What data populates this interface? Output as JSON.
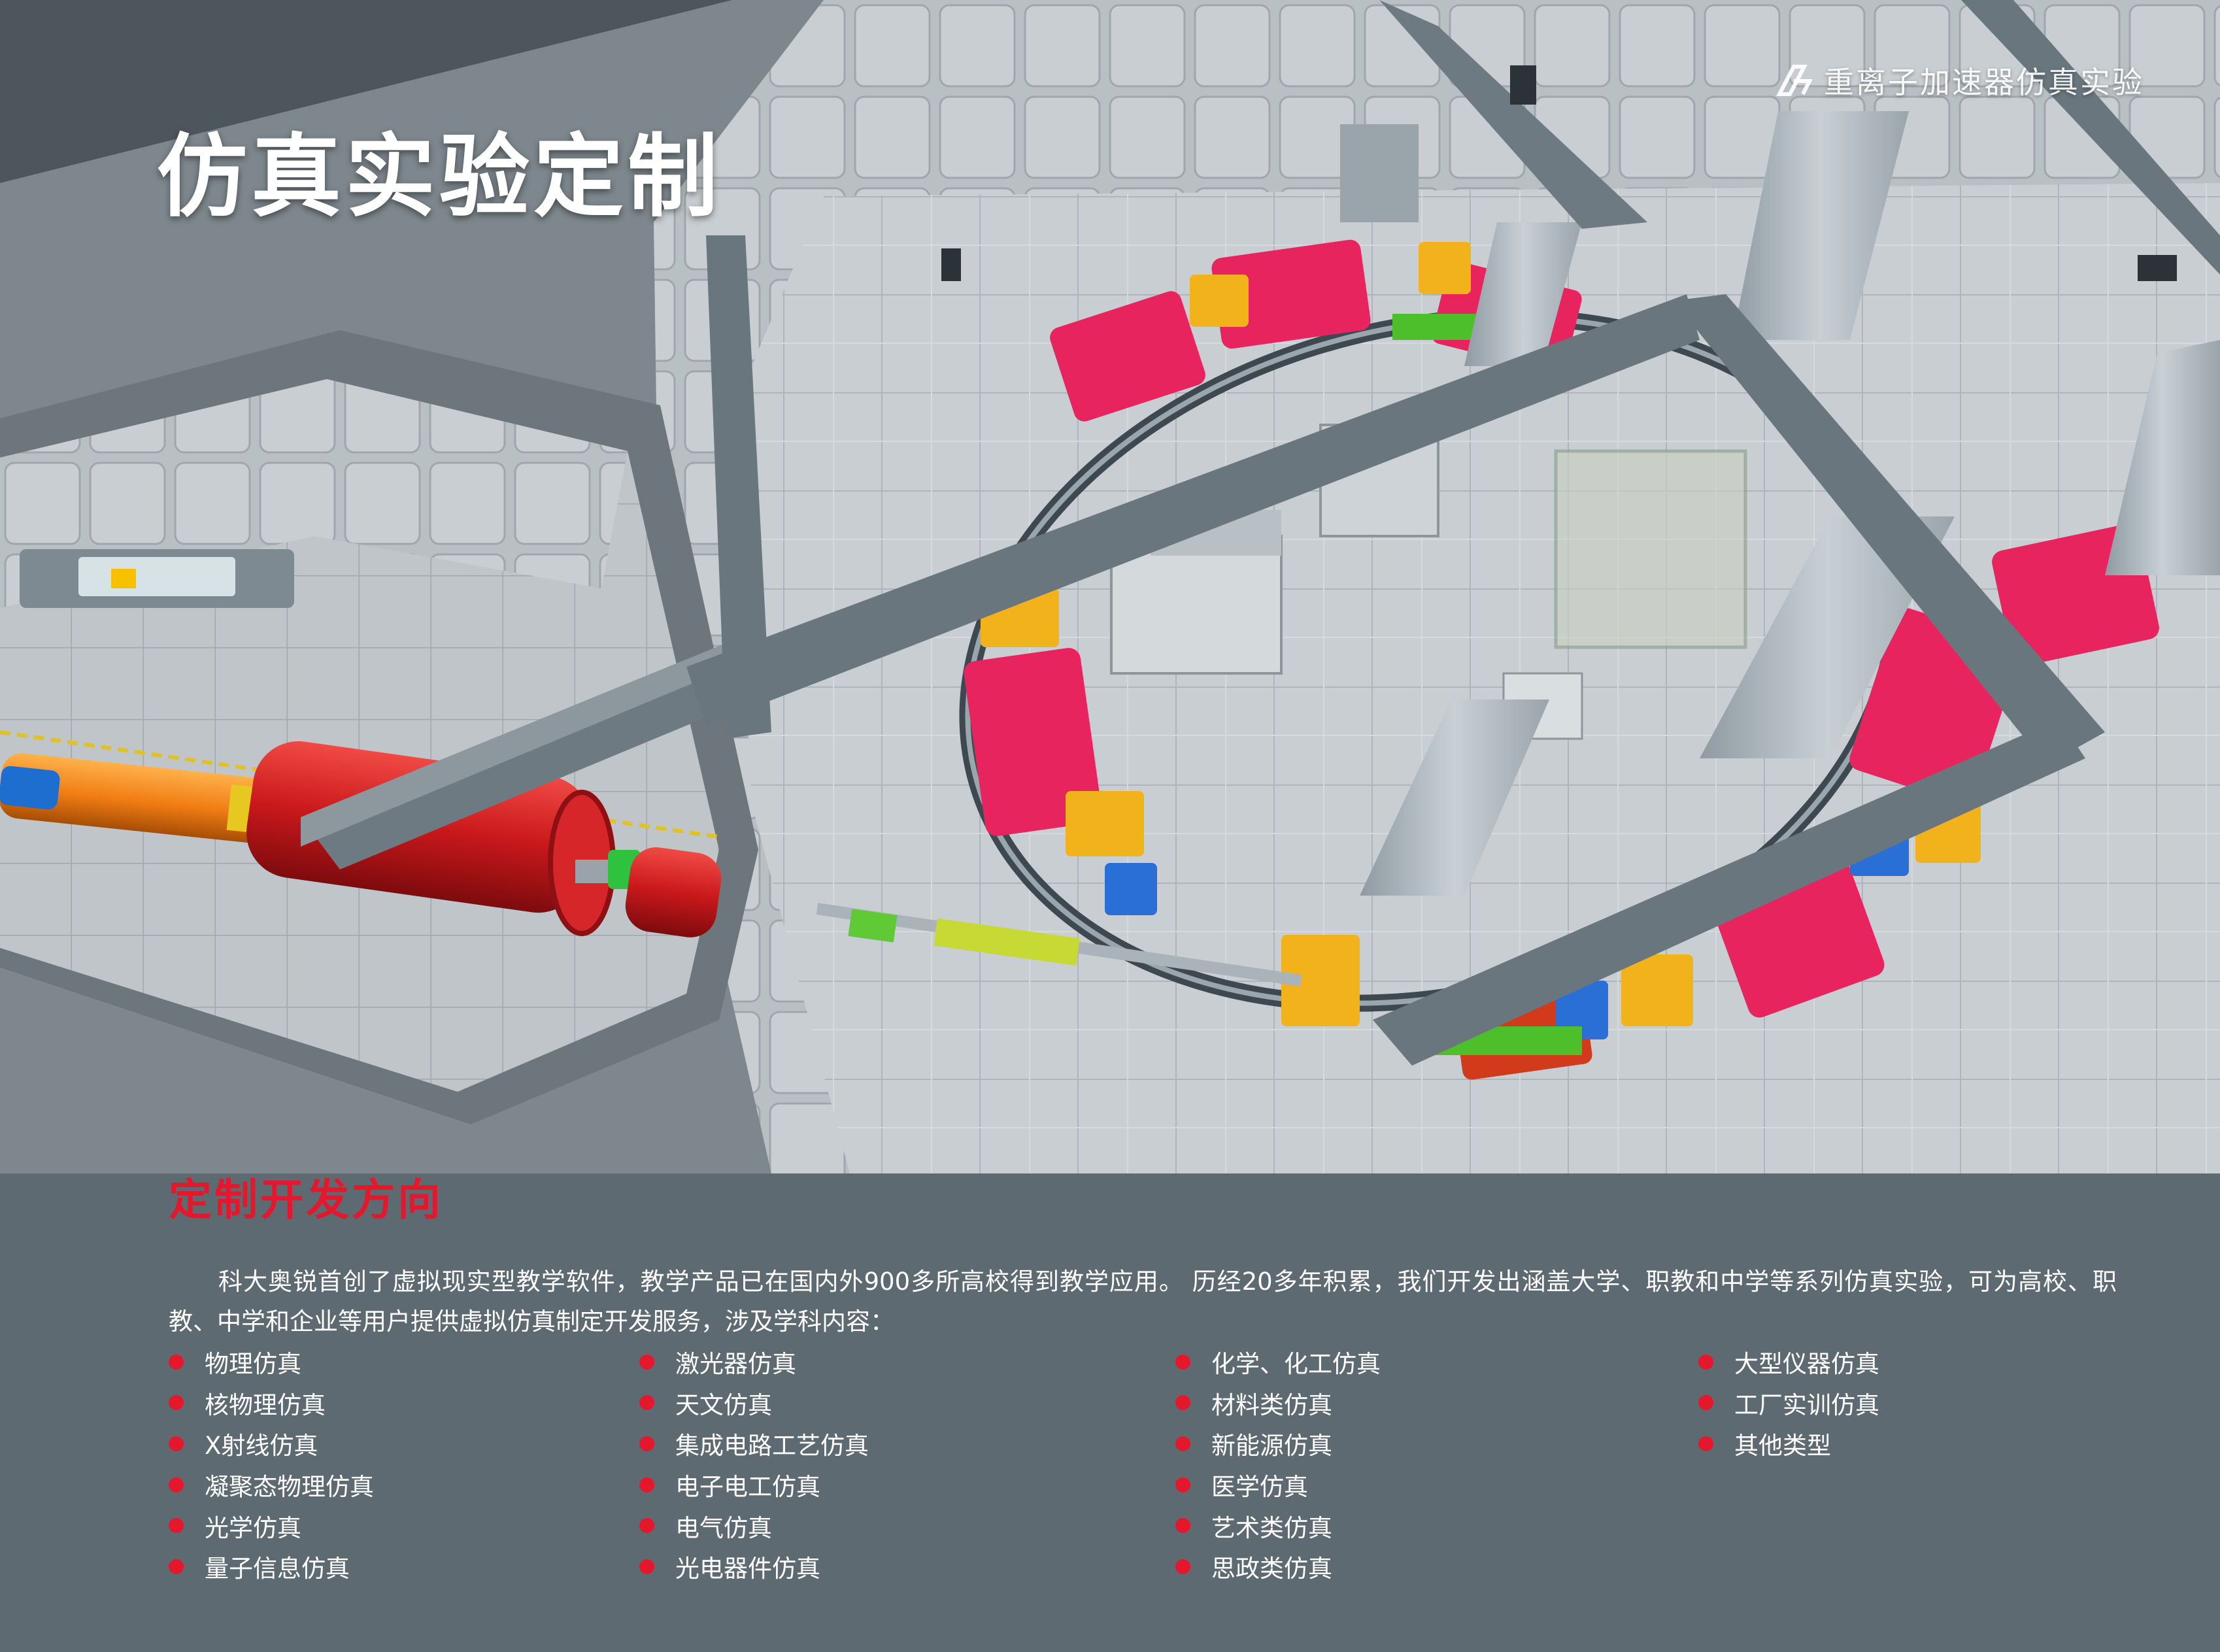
{
  "header": {
    "title": "仿真实验定制",
    "brand_name": "重离子加速器仿真实验",
    "brand_logo": "brand-logo-icon"
  },
  "section": {
    "heading": "定制开发方向",
    "intro": "科大奥锐首创了虚拟现实型教学软件，教学产品已在国内外900多所高校得到教学应用。 历经20多年积累，我们开发出涵盖大学、职教和中学等系列仿真实验，可为高校、职教、中学和企业等用户提供虚拟仿真制定开发服务，涉及学科内容："
  },
  "topics": {
    "columns": [
      [
        "物理仿真",
        "核物理仿真",
        "X射线仿真",
        "凝聚态物理仿真",
        "光学仿真",
        "量子信息仿真"
      ],
      [
        "激光器仿真",
        "天文仿真",
        "集成电路工艺仿真",
        "电子电工仿真",
        "电气仿真",
        "光电器件仿真"
      ],
      [
        "化学、化工仿真",
        "材料类仿真",
        "新能源仿真",
        "医学仿真",
        "艺术类仿真",
        "思政类仿真"
      ],
      [
        "大型仪器仿真",
        "工厂实训仿真",
        "其他类型"
      ]
    ]
  },
  "colors": {
    "accent_red": "#e5172d",
    "page_background": "#5e6a71",
    "text": "#ffffff"
  },
  "hero_image": "heavy-ion-accelerator-3d-rendering"
}
